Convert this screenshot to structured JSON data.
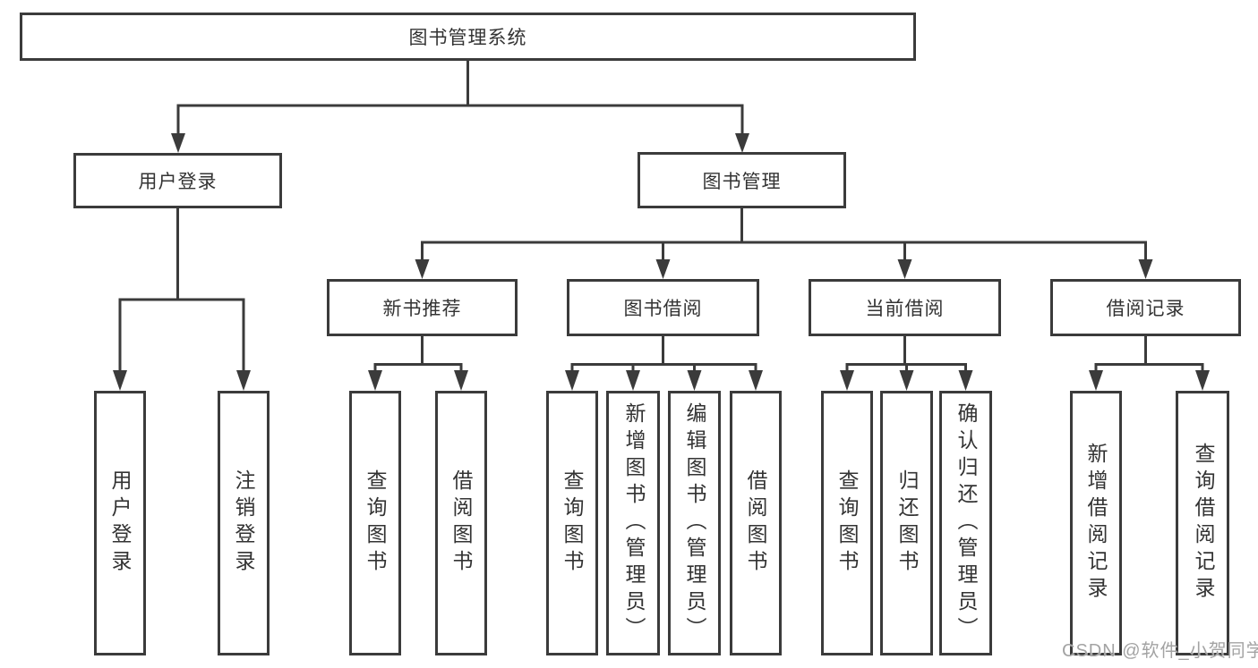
{
  "diagram": {
    "root": {
      "label": "图书管理系统",
      "children": [
        {
          "label": "用户登录",
          "children": [
            {
              "label": "用户登录"
            },
            {
              "label": "注销登录"
            }
          ]
        },
        {
          "label": "图书管理",
          "children": [
            {
              "label": "新书推荐",
              "children": [
                {
                  "label": "查询图书"
                },
                {
                  "label": "借阅图书"
                }
              ]
            },
            {
              "label": "图书借阅",
              "children": [
                {
                  "label": "查询图书"
                },
                {
                  "label": "新增图书（管理员）"
                },
                {
                  "label": "编辑图书（管理员）"
                },
                {
                  "label": "借阅图书"
                }
              ]
            },
            {
              "label": "当前借阅",
              "children": [
                {
                  "label": "查询图书"
                },
                {
                  "label": "归还图书"
                },
                {
                  "label": "确认归还（管理员）"
                }
              ]
            },
            {
              "label": "借阅记录",
              "children": [
                {
                  "label": "新增借阅记录"
                },
                {
                  "label": "查询借阅记录"
                }
              ]
            }
          ]
        }
      ]
    }
  },
  "watermark": {
    "text": "CSDN @软件_小贺同学"
  },
  "colors": {
    "line": "#3b3b3b",
    "text": "#333333",
    "box_fill": "#ffffff",
    "watermark": "#a3a3a3"
  }
}
